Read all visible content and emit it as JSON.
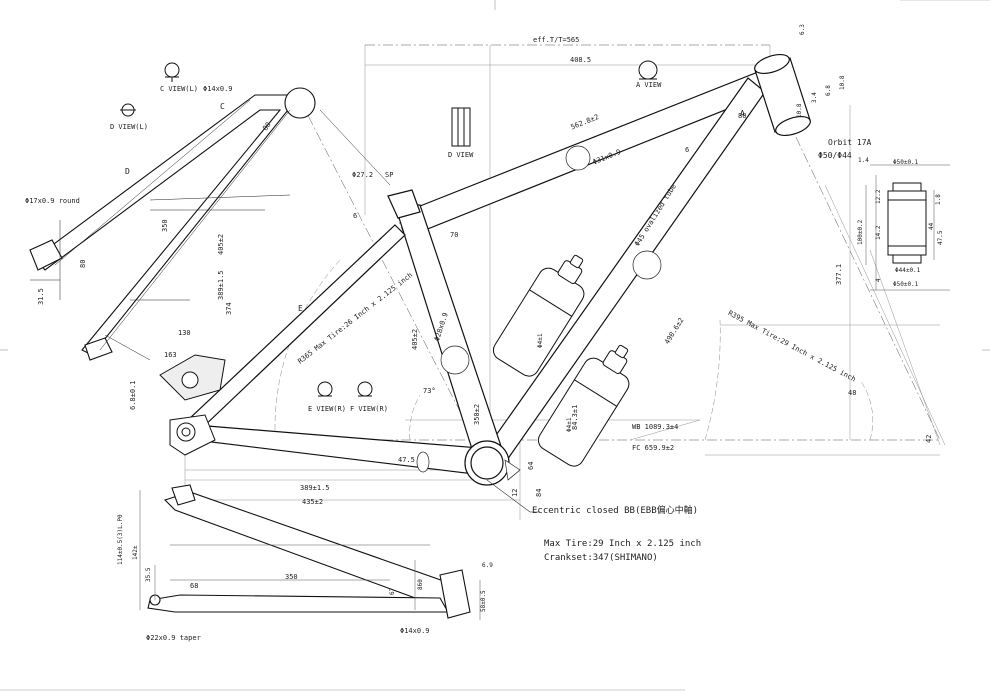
{
  "drawing": {
    "top_dims": {
      "eff_tt": "eff.T/T=565",
      "reach_dim": "408.5",
      "top_small_1": "6.3",
      "top_small_2": "10.8"
    },
    "views": {
      "c_view": "C VIEW(L)",
      "d_view_l": "D VIEW(L)",
      "a_view": "A VIEW",
      "d_view": "D VIEW",
      "e_view": "E VIEW(R)",
      "f_view": "F VIEW(R)"
    },
    "marks": {
      "c": "C",
      "d": "D",
      "a": "A",
      "e": "E"
    },
    "seatstay": {
      "tube_spec": "Φ14x0.9",
      "round_spec": "Φ17x0.9 round",
      "len_350": "350",
      "len_80": "80",
      "len_80_top": "80",
      "len_405": "405±2",
      "len_389": "389±1.5",
      "len_374": "374",
      "len_163": "163",
      "len_31": "31.5",
      "len_130": "130",
      "len_68": "6.8±0.1"
    },
    "seattube": {
      "clamp": "Φ27.2",
      "clamp_ext": "SP",
      "len_405": "405±2",
      "len_70": "70",
      "spec": "Φ28x0.9",
      "len_350": "350±2",
      "ang_73": "73°",
      "len_6": "6"
    },
    "toptube": {
      "len_562": "562.8±2",
      "spec": "Φ31x0.9",
      "len_80": "80",
      "len_6": "6"
    },
    "headtube": {
      "orbit": "Orbit 17A",
      "spec": "Φ50/Φ44",
      "spec_sub": "1.4",
      "len_6": "6.8",
      "len_3": "3.4",
      "len_10": "10.8",
      "len_377": "377.1",
      "d1": "Φ50±0.1",
      "d2": "Φ44±0.1",
      "d3": "Φ50±0.1",
      "h1": "100±0.2",
      "h2": "1.8",
      "h3": "44",
      "h4": "47.5",
      "h5": "12.2",
      "h6": "14.2",
      "h7": "4"
    },
    "downtube": {
      "spec": "Φ45 ovalized tube",
      "len_490": "490.6±2",
      "len_84": "84.3±1"
    },
    "bottles": {
      "b1": "Φ4±1",
      "b2": "Φ4±1"
    },
    "chainstay": {
      "len_389": "389±1.5",
      "len_435": "435±2",
      "len_47": "47.5",
      "len_12": "12",
      "ang_64": "64",
      "ang_84": "84"
    },
    "geometry": {
      "r365": "R365 Max Tire:26 Inch x 2.125 inch",
      "r395": "R395 Max Tire:29 Inch x 2.125 inch",
      "wb": "WB 1089.3±4",
      "fc": "FC 659.9±2",
      "ang_42": "42",
      "ang_48": "48"
    },
    "bb": {
      "label": "Eccentric closed BB(EBB偏心中軸)"
    },
    "notes": {
      "max_tire": "Max Tire:29 Inch x 2.125 inch",
      "crankset": "Crankset:347(SHIMANO)"
    },
    "chainstay_detail": {
      "len_114": "114±0.5(3)L.P0",
      "len_142": "142±",
      "len_35": "35.5",
      "len_68": "68",
      "len_350": "350",
      "len_860": "860",
      "len_67": "67",
      "len_69": "6.9",
      "len_58": "58±0.5",
      "tube_a": "Φ22x0.9 taper",
      "tube_b": "Φ14x0.9"
    }
  }
}
